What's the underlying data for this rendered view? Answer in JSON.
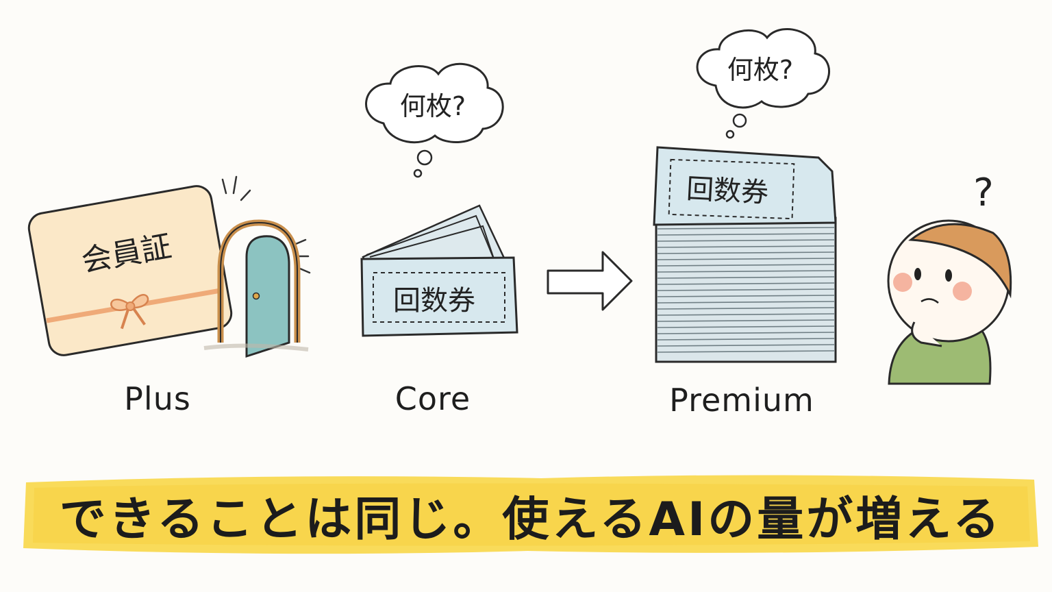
{
  "plans": [
    {
      "id": "plus",
      "label": "Plus",
      "card_text": "会員証"
    },
    {
      "id": "core",
      "label": "Core",
      "ticket_text": "回数券",
      "thought": "何枚?"
    },
    {
      "id": "premium",
      "label": "Premium",
      "ticket_text": "回数券",
      "thought": "何枚?"
    }
  ],
  "person": {
    "thought": "?"
  },
  "banner": {
    "text": "できることは同じ。使えるAIの量が増える"
  },
  "colors": {
    "card_fill": "#fbe8c8",
    "ribbon": "#efaa78",
    "door": "#8cc3c1",
    "ticket": "#d7e8ee",
    "banner": "#f8d84c",
    "hair": "#d99a5c",
    "sweater": "#9dbb73",
    "cheek": "#f5b4a0"
  }
}
